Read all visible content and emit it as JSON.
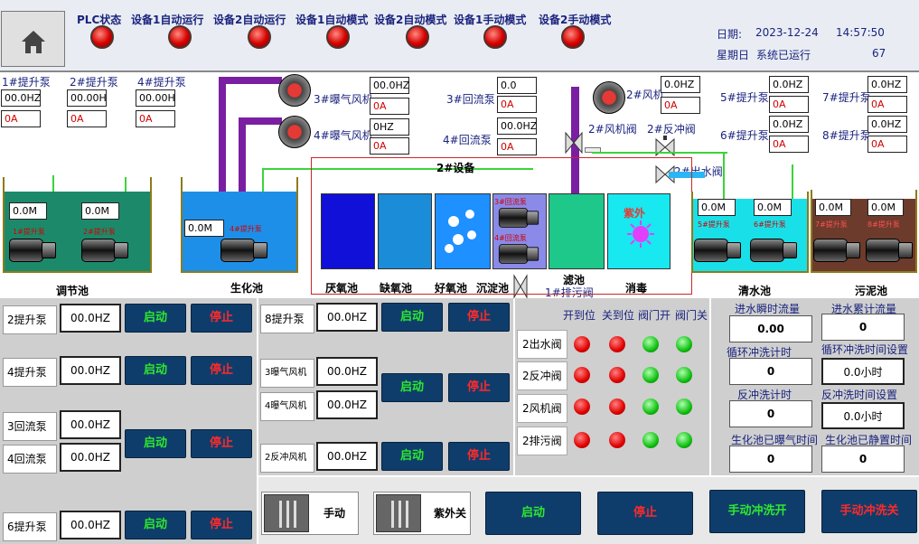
{
  "header": {
    "labels": [
      "PLC状态",
      "设备1自动运行",
      "设备2自动运行",
      "设备1自动模式",
      "设备2自动模式",
      "设备1手动模式",
      "设备2手动模式"
    ],
    "date_label": "日期:",
    "date": "2023-12-24",
    "time": "14:57:50",
    "weekday": "星期日",
    "runtime_label": "系统已运行",
    "runtime": "67"
  },
  "top_pumps": [
    {
      "name": "1#提升泵",
      "freq": "00.0HZ",
      "cur": "0A"
    },
    {
      "name": "2#提升泵",
      "freq": "00.00H",
      "cur": "0A"
    },
    {
      "name": "4#提升泵",
      "freq": "00.00H",
      "cur": "0A"
    }
  ],
  "fans": [
    {
      "name": "3#曝气风机",
      "freq": "00.0HZ",
      "cur": "0A"
    },
    {
      "name": "4#曝气风机",
      "freq": "0HZ",
      "cur": "0A"
    }
  ],
  "return_pumps": [
    {
      "name": "3#回流泵",
      "freq": "0.0",
      "cur": "0A"
    },
    {
      "name": "4#回流泵",
      "freq": "00.0HZ",
      "cur": "0A"
    }
  ],
  "fan2": {
    "name": "2#风机",
    "freq": "0.0HZ",
    "cur": "0A"
  },
  "valves": {
    "fan_valve": "2#风机阀",
    "backwash_valve": "2#反冲阀",
    "outlet_valve": "2#出水阀",
    "drain_valve": "1#排污阀"
  },
  "right_pumps": [
    {
      "name": "5#提升泵",
      "freq": "0.0HZ",
      "cur": "0A"
    },
    {
      "name": "7#提升泵",
      "freq": "0.0HZ",
      "cur": "0A"
    },
    {
      "name": "6#提升泵",
      "freq": "0.0HZ",
      "cur": "0A"
    },
    {
      "name": "8#提升泵",
      "freq": "0.0HZ",
      "cur": "0A"
    }
  ],
  "process": {
    "device_title": "2#设备",
    "tank_levels": [
      "0.0M",
      "0.0M",
      "0.0M",
      "0.0M",
      "0.0M",
      "0.0M",
      "0.0M"
    ],
    "pump_tags": [
      "1#提升泵",
      "2#提升泵",
      "4#提升泵",
      "3#回流泵",
      "4#回流泵",
      "5#提升泵",
      "6#提升泵",
      "7#提升泵",
      "8#提升泵"
    ],
    "uv": "紫外",
    "tanks": [
      "调节池",
      "生化池",
      "厌氧池",
      "缺氧池",
      "好氧池",
      "沉淀池",
      "滤池",
      "消毒",
      "清水池",
      "污泥池"
    ]
  },
  "controls": {
    "start": "启动",
    "stop": "停止",
    "left": [
      {
        "name": "2提升泵",
        "freq": "00.0HZ"
      },
      {
        "name": "4提升泵",
        "freq": "00.0HZ"
      },
      {
        "name": "3回流泵",
        "freq": "00.0HZ"
      },
      {
        "name": "4回流泵",
        "freq": "00.0HZ"
      },
      {
        "name": "6提升泵",
        "freq": "00.0HZ"
      }
    ],
    "mid": [
      {
        "name": "8提升泵",
        "freq": "00.0HZ"
      },
      {
        "name": "3曝气风机",
        "freq": "00.0HZ"
      },
      {
        "name": "4曝气风机",
        "freq": "00.0HZ"
      },
      {
        "name": "2反冲风机",
        "freq": "00.0HZ"
      }
    ]
  },
  "valve_status": {
    "headers": [
      "开到位",
      "关到位",
      "阀门开",
      "阀门关"
    ],
    "rows": [
      "2出水阀",
      "2反冲阀",
      "2风机阀",
      "2排污阀"
    ]
  },
  "flow": {
    "inst_label": "进水瞬时流量",
    "inst": "0.00",
    "total_label": "进水累计流量",
    "total": "0",
    "cycle_label": "循环冲洗计时",
    "cycle": "0",
    "cycle_set_label": "循环冲洗时间设置",
    "cycle_set": "0.0小时",
    "back_label": "反冲洗计时",
    "back": "0",
    "back_set_label": "反冲洗时间设置",
    "back_set": "0.0小时",
    "aer_label": "生化池已曝气时间",
    "aer": "0",
    "still_label": "生化池已静置时间",
    "still": "0"
  },
  "bottom": {
    "manual": "手动",
    "uv_off": "紫外关",
    "start": "启动",
    "stop": "停止",
    "flush_on": "手动冲洗开",
    "flush_off": "手动冲洗关"
  }
}
